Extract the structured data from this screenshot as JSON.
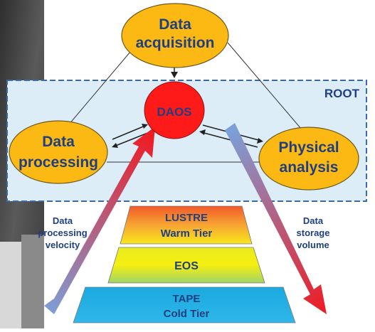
{
  "nodes": {
    "acquisition": {
      "line1": "Data",
      "line2": "acquisition"
    },
    "daos": "DAOS",
    "processing": {
      "line1": "Data",
      "line2": "processing"
    },
    "physical": {
      "line1": "Physical",
      "line2": "analysis"
    }
  },
  "root_label": "ROOT",
  "left_arrow": {
    "line1": "Data",
    "line2": "processing",
    "line3": "velocity"
  },
  "right_arrow": {
    "line1": "Data",
    "line2": "storage",
    "line3": "volume"
  },
  "tiers": {
    "lustre": {
      "line1": "LUSTRE",
      "line2": "Warm Tier"
    },
    "eos": "EOS",
    "tape": {
      "line1": "TAPE",
      "line2": "Cold Tier"
    }
  },
  "colors": {
    "root_box_fill": "#dcedf7",
    "root_box_border": "#3a6aa8",
    "node_fill": "#fdb913",
    "node_stroke": "#6b5a1e",
    "daos_fill": "#ff1a1a",
    "text_dark": "#1f3f80",
    "background_photo": "#4a4a4a"
  }
}
